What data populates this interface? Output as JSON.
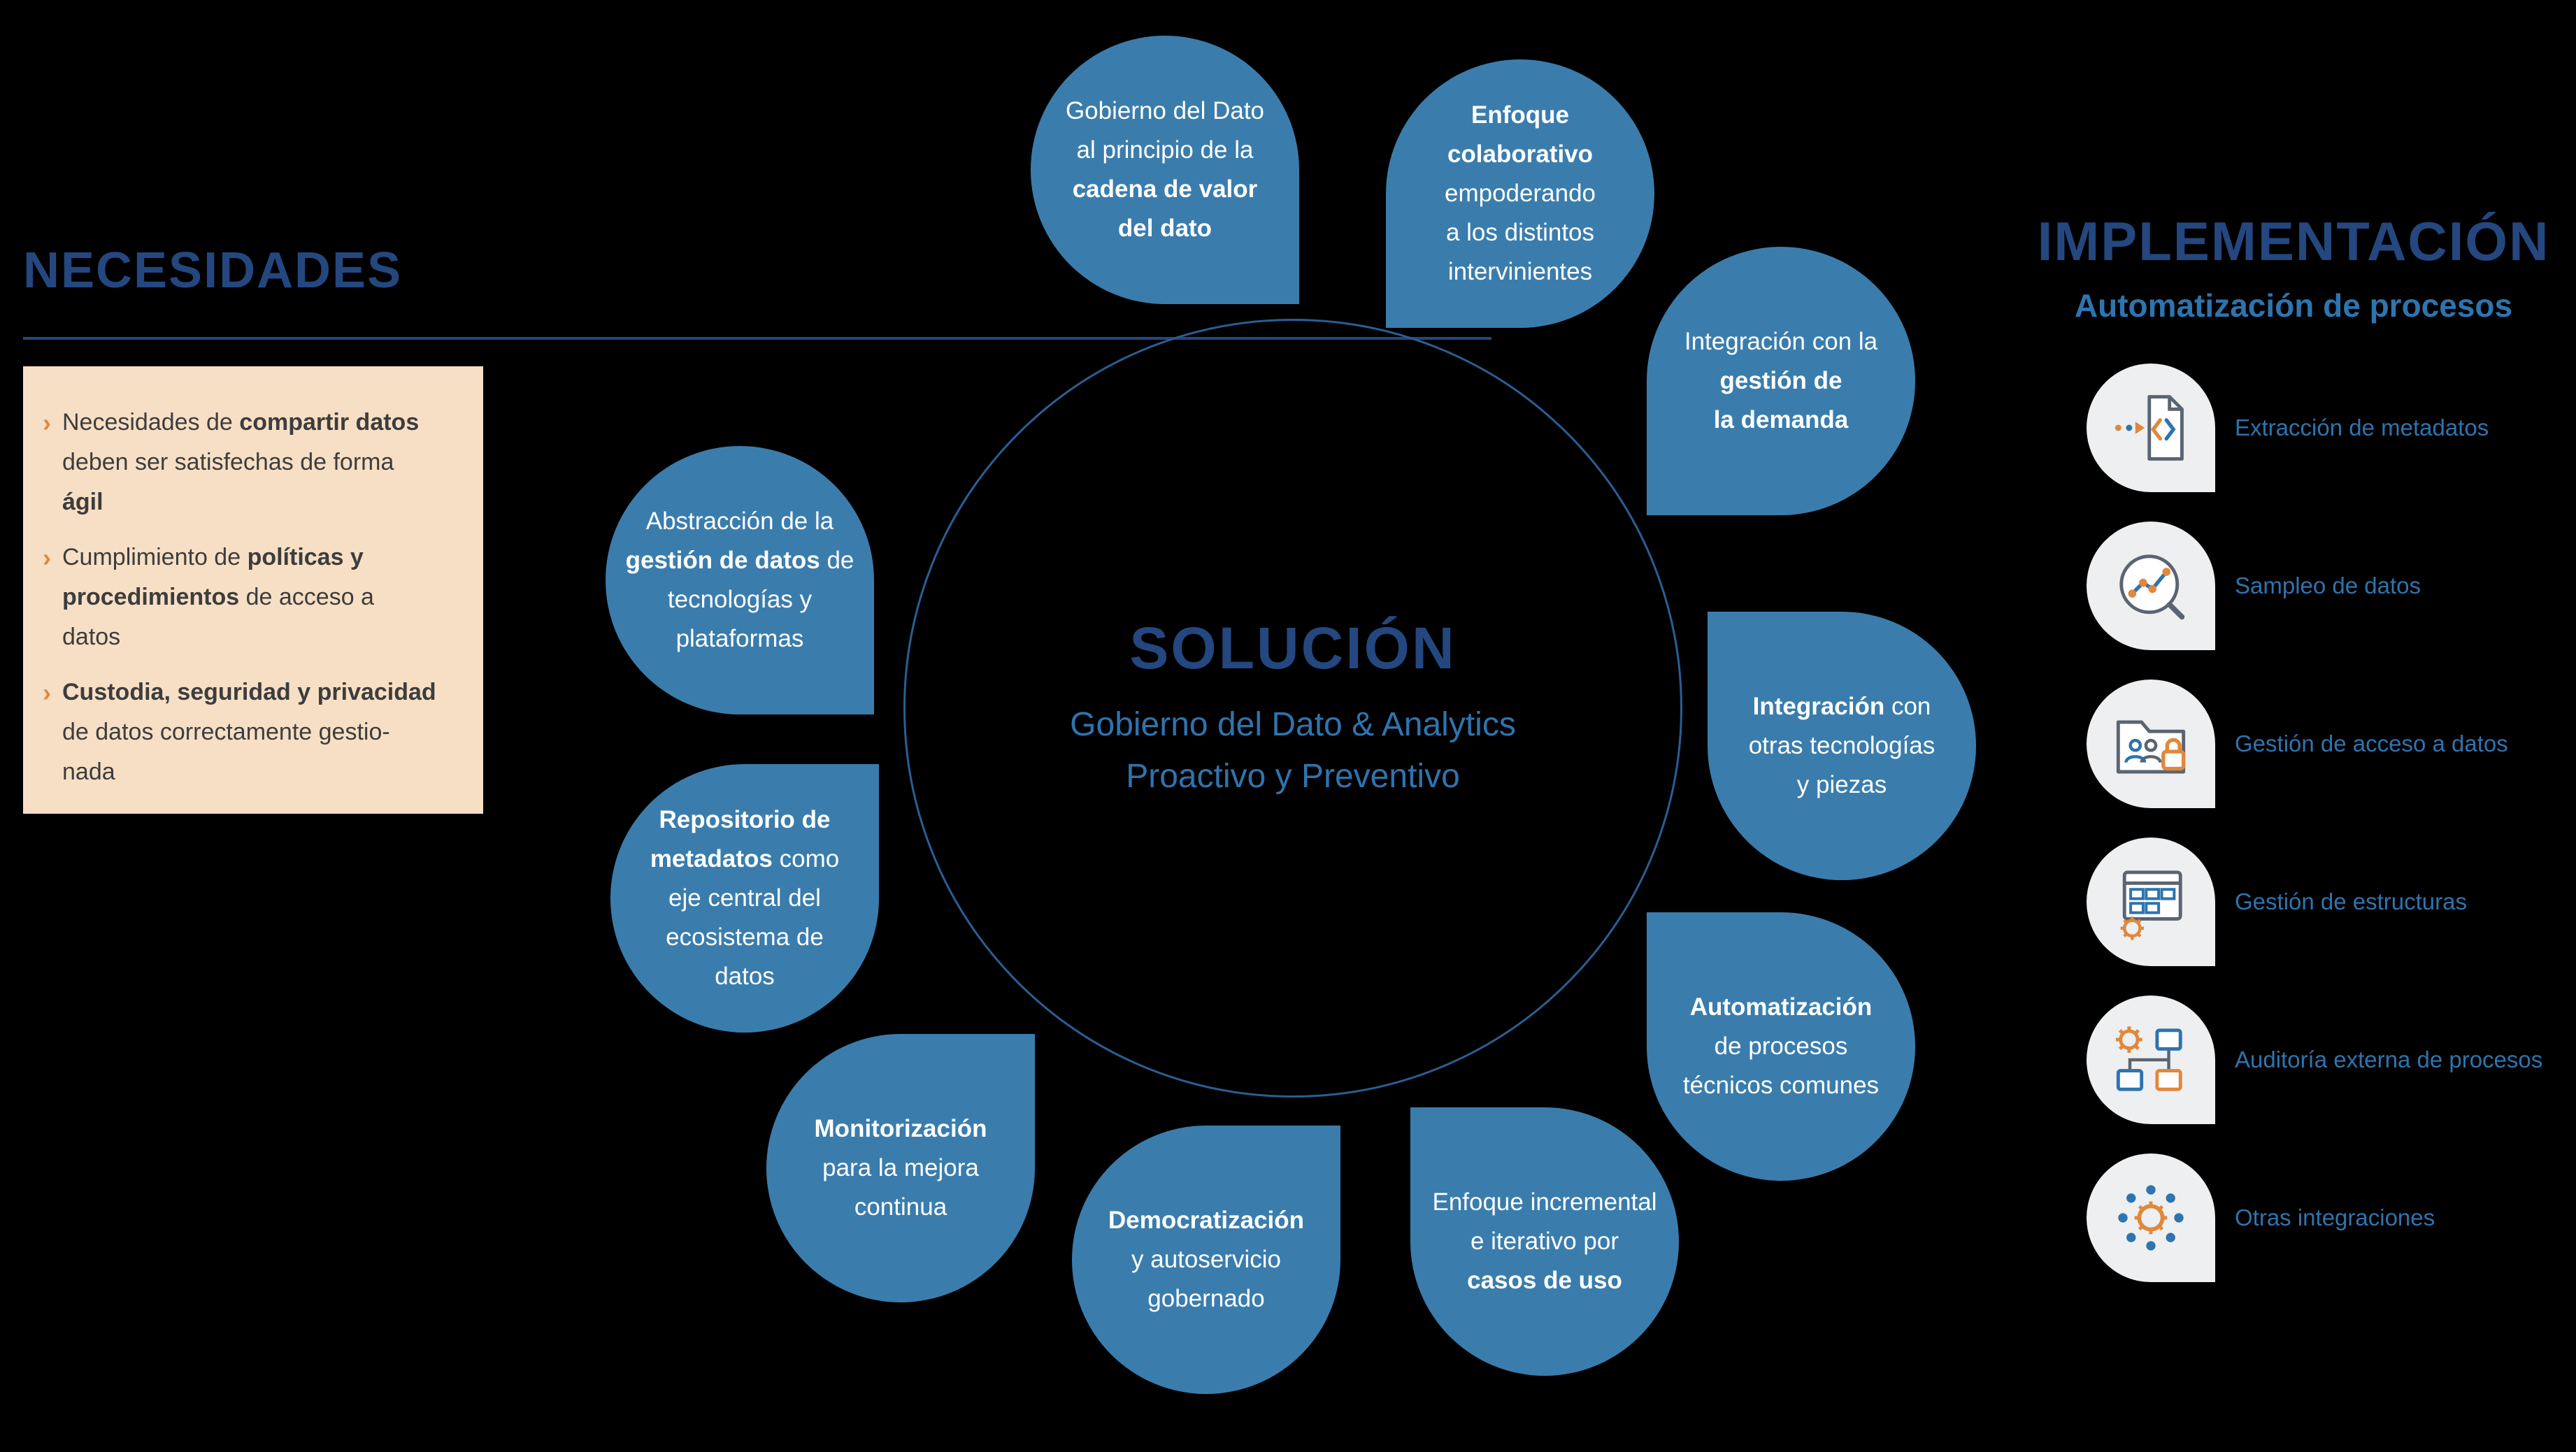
{
  "colors": {
    "background": "#000000",
    "bubble_blue": "#3a7dad",
    "navy": "#24477f",
    "medium_blue": "#2e74ae",
    "peach_box": "#f7dfc5",
    "orange_accent": "#e0883c"
  },
  "necesidades": {
    "title": "NECESIDADES",
    "bullet_glyph": "›",
    "items": [
      {
        "segments": [
          {
            "t": "Necesidades de "
          },
          {
            "t": "compartir datos",
            "b": true
          },
          {
            "br": true
          },
          {
            "t": "deben ser satisfechas de forma"
          },
          {
            "br": true
          },
          {
            "t": "ágil",
            "b": true
          }
        ]
      },
      {
        "segments": [
          {
            "t": "Cumplimiento de "
          },
          {
            "t": "políticas y",
            "b": true
          },
          {
            "br": true
          },
          {
            "t": "procedimientos",
            "b": true
          },
          {
            "t": " de acceso a"
          },
          {
            "br": true
          },
          {
            "t": "datos"
          }
        ]
      },
      {
        "segments": [
          {
            "t": "Custodia, seguridad y privacidad",
            "b": true
          },
          {
            "br": true
          },
          {
            "t": "de datos correctamente gestio-"
          },
          {
            "br": true
          },
          {
            "t": "nada"
          }
        ]
      }
    ]
  },
  "solucion": {
    "title": "SOLUCIÓN",
    "subtitle_line1": "Gobierno del Dato & Analytics",
    "subtitle_line2": "Proactivo y Preventivo"
  },
  "bubbles": [
    {
      "id": "gobierno-del-dato",
      "segments": [
        {
          "t": "Gobierno del Dato"
        },
        {
          "br": true
        },
        {
          "t": "al principio de la"
        },
        {
          "br": true
        },
        {
          "t": "cadena de valor",
          "b": true
        },
        {
          "br": true
        },
        {
          "t": "del dato",
          "b": true
        }
      ]
    },
    {
      "id": "enfoque-colaborativo",
      "segments": [
        {
          "t": "Enfoque",
          "b": true
        },
        {
          "br": true
        },
        {
          "t": "colaborativo",
          "b": true
        },
        {
          "br": true
        },
        {
          "t": "empoderando"
        },
        {
          "br": true
        },
        {
          "t": "a los distintos"
        },
        {
          "br": true
        },
        {
          "t": "intervinientes"
        }
      ]
    },
    {
      "id": "integracion-demanda",
      "segments": [
        {
          "t": "Integración con la"
        },
        {
          "br": true
        },
        {
          "t": "gestión de",
          "b": true
        },
        {
          "br": true
        },
        {
          "t": "la demanda",
          "b": true
        }
      ]
    },
    {
      "id": "integracion-tecnologias",
      "segments": [
        {
          "t": "Integración",
          "b": true
        },
        {
          "t": " con"
        },
        {
          "br": true
        },
        {
          "t": "otras tecnologías"
        },
        {
          "br": true
        },
        {
          "t": "y piezas"
        }
      ]
    },
    {
      "id": "automatizacion-procesos",
      "segments": [
        {
          "t": "Automatización",
          "b": true
        },
        {
          "br": true
        },
        {
          "t": "de procesos"
        },
        {
          "br": true
        },
        {
          "t": "técnicos comunes"
        }
      ]
    },
    {
      "id": "enfoque-incremental",
      "segments": [
        {
          "t": "Enfoque incremental"
        },
        {
          "br": true
        },
        {
          "t": "e iterativo por"
        },
        {
          "br": true
        },
        {
          "t": "casos de uso",
          "b": true
        }
      ]
    },
    {
      "id": "democratizacion",
      "segments": [
        {
          "t": "Democratización",
          "b": true
        },
        {
          "br": true
        },
        {
          "t": "y autoservicio"
        },
        {
          "br": true
        },
        {
          "t": "gobernado"
        }
      ]
    },
    {
      "id": "monitorizacion",
      "segments": [
        {
          "t": "Monitorización",
          "b": true
        },
        {
          "br": true
        },
        {
          "t": "para la mejora"
        },
        {
          "br": true
        },
        {
          "t": "continua"
        }
      ]
    },
    {
      "id": "repositorio-metadatos",
      "segments": [
        {
          "t": "Repositorio de",
          "b": true
        },
        {
          "br": true
        },
        {
          "t": "metadatos",
          "b": true
        },
        {
          "t": " como"
        },
        {
          "br": true
        },
        {
          "t": "eje central del"
        },
        {
          "br": true
        },
        {
          "t": "ecosistema de"
        },
        {
          "br": true
        },
        {
          "t": "datos"
        }
      ]
    },
    {
      "id": "abstraccion-gestion-datos",
      "segments": [
        {
          "t": "Abstracción de la"
        },
        {
          "br": true
        },
        {
          "t": "gestión de datos",
          "b": true
        },
        {
          "t": " de"
        },
        {
          "br": true
        },
        {
          "t": "tecnologías y"
        },
        {
          "br": true
        },
        {
          "t": "plataformas"
        }
      ]
    }
  ],
  "implementacion": {
    "title": "IMPLEMENTACIÓN",
    "subtitle": "Automatización de procesos",
    "items": [
      {
        "label": "Extracción de metadatos",
        "icon": "metadata-extraction-icon"
      },
      {
        "label": "Sampleo de datos",
        "icon": "data-sampling-icon"
      },
      {
        "label": "Gestión de acceso a datos",
        "icon": "data-access-lock-icon"
      },
      {
        "label": "Gestión de estructuras",
        "icon": "table-structures-gear-icon"
      },
      {
        "label": "Auditoría externa de procesos",
        "icon": "process-audit-icon"
      },
      {
        "label": "Otras integraciones",
        "icon": "integrations-hub-icon"
      }
    ]
  }
}
